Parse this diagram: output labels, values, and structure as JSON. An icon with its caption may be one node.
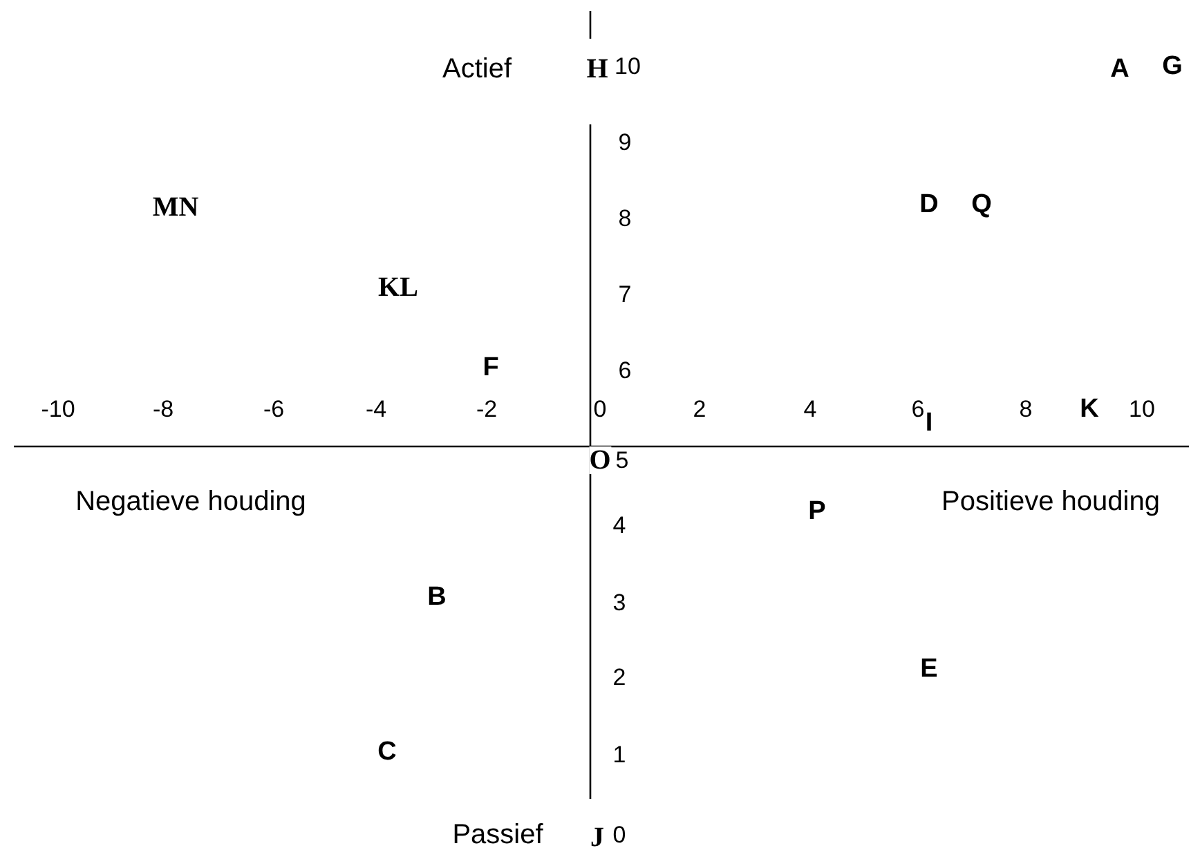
{
  "diagram": {
    "labels": [
      "Actief",
      "H",
      "10",
      "A",
      "G",
      "9",
      "MN",
      "D",
      "Q",
      "8",
      "KL",
      "7",
      "F",
      "6",
      "-10",
      "-8",
      "-6",
      "-4",
      "-2",
      "0",
      "2",
      "4",
      "6",
      "I",
      "8",
      "K",
      "10",
      "O",
      "5",
      "Negatieve houding",
      "P",
      "Positieve houding",
      "4",
      "B",
      "3",
      "E",
      "2",
      "C",
      "1",
      "Passief",
      "J",
      "0"
    ]
  }
}
